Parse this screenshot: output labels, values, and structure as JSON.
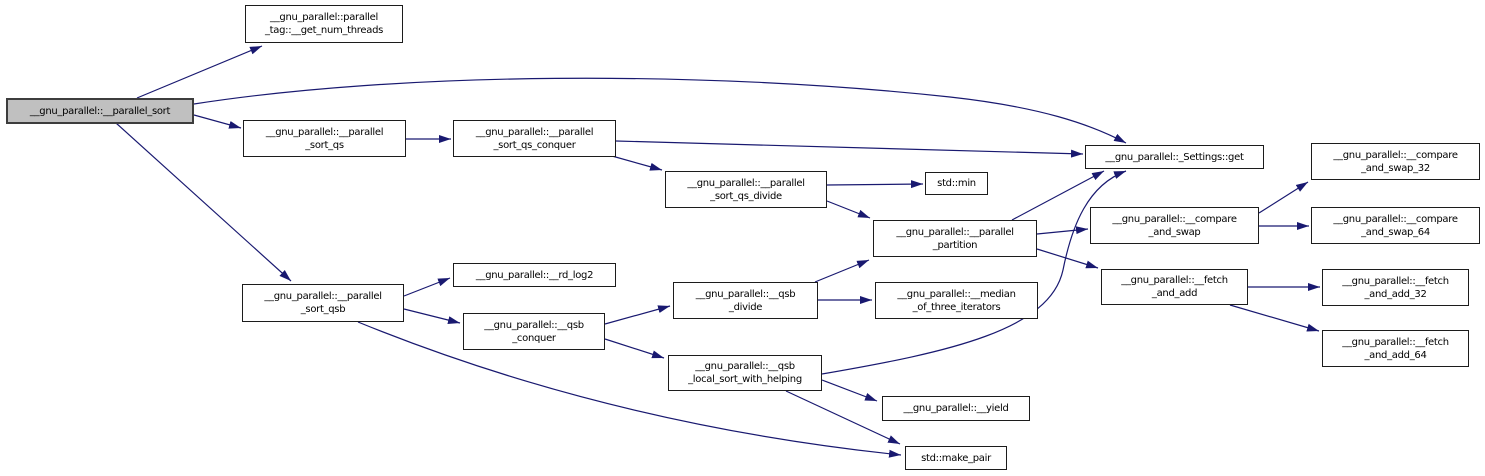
{
  "graph": {
    "type": "call-graph",
    "colors": {
      "edge": "#191970",
      "node_border": "#1c1c1c",
      "node_fill": "#ffffff",
      "selected_node_fill": "#c0c0c0",
      "text": "#000000",
      "background": "#ffffff"
    },
    "nodes": {
      "parallel_sort": {
        "label": "__gnu_parallel::__parallel_sort",
        "selected": true
      },
      "get_num_threads": {
        "label": "__gnu_parallel::parallel\n_tag::__get_num_threads"
      },
      "parallel_sort_qs": {
        "label": "__gnu_parallel::__parallel\n_sort_qs"
      },
      "parallel_sort_qs_conquer": {
        "label": "__gnu_parallel::__parallel\n_sort_qs_conquer"
      },
      "parallel_sort_qs_divide": {
        "label": "__gnu_parallel::__parallel\n_sort_qs_divide"
      },
      "std_min": {
        "label": "std::min"
      },
      "parallel_partition": {
        "label": "__gnu_parallel::__parallel\n_partition"
      },
      "settings_get": {
        "label": "__gnu_parallel::_Settings::get"
      },
      "compare_and_swap": {
        "label": "__gnu_parallel::__compare\n_and_swap"
      },
      "compare_and_swap_32": {
        "label": "__gnu_parallel::__compare\n_and_swap_32"
      },
      "compare_and_swap_64": {
        "label": "__gnu_parallel::__compare\n_and_swap_64"
      },
      "fetch_and_add": {
        "label": "__gnu_parallel::__fetch\n_and_add"
      },
      "fetch_and_add_32": {
        "label": "__gnu_parallel::__fetch\n_and_add_32"
      },
      "fetch_and_add_64": {
        "label": "__gnu_parallel::__fetch\n_and_add_64"
      },
      "parallel_sort_qsb": {
        "label": "__gnu_parallel::__parallel\n_sort_qsb"
      },
      "rd_log2": {
        "label": "__gnu_parallel::__rd_log2"
      },
      "qsb_conquer": {
        "label": "__gnu_parallel::__qsb\n_conquer"
      },
      "qsb_divide": {
        "label": "__gnu_parallel::__qsb\n_divide"
      },
      "median_of_three_iterators": {
        "label": "__gnu_parallel::__median\n_of_three_iterators"
      },
      "qsb_local_sort_with_helping": {
        "label": "__gnu_parallel::__qsb\n_local_sort_with_helping"
      },
      "yield": {
        "label": "__gnu_parallel::__yield"
      },
      "std_make_pair": {
        "label": "std::make_pair"
      }
    },
    "edges": [
      {
        "from": "parallel_sort",
        "to": "get_num_threads"
      },
      {
        "from": "parallel_sort",
        "to": "settings_get"
      },
      {
        "from": "parallel_sort",
        "to": "parallel_sort_qs"
      },
      {
        "from": "parallel_sort",
        "to": "parallel_sort_qsb"
      },
      {
        "from": "parallel_sort_qs",
        "to": "parallel_sort_qs_conquer"
      },
      {
        "from": "parallel_sort_qs_conquer",
        "to": "settings_get"
      },
      {
        "from": "parallel_sort_qs_conquer",
        "to": "parallel_sort_qs_divide"
      },
      {
        "from": "parallel_sort_qs_divide",
        "to": "std_min"
      },
      {
        "from": "parallel_sort_qs_divide",
        "to": "parallel_partition"
      },
      {
        "from": "parallel_partition",
        "to": "settings_get"
      },
      {
        "from": "parallel_partition",
        "to": "compare_and_swap"
      },
      {
        "from": "parallel_partition",
        "to": "fetch_and_add"
      },
      {
        "from": "compare_and_swap",
        "to": "compare_and_swap_32"
      },
      {
        "from": "compare_and_swap",
        "to": "compare_and_swap_64"
      },
      {
        "from": "fetch_and_add",
        "to": "fetch_and_add_32"
      },
      {
        "from": "fetch_and_add",
        "to": "fetch_and_add_64"
      },
      {
        "from": "parallel_sort_qsb",
        "to": "rd_log2"
      },
      {
        "from": "parallel_sort_qsb",
        "to": "qsb_conquer"
      },
      {
        "from": "parallel_sort_qsb",
        "to": "std_make_pair"
      },
      {
        "from": "qsb_conquer",
        "to": "qsb_divide"
      },
      {
        "from": "qsb_conquer",
        "to": "qsb_local_sort_with_helping"
      },
      {
        "from": "qsb_divide",
        "to": "parallel_partition"
      },
      {
        "from": "qsb_divide",
        "to": "median_of_three_iterators"
      },
      {
        "from": "qsb_local_sort_with_helping",
        "to": "settings_get"
      },
      {
        "from": "qsb_local_sort_with_helping",
        "to": "yield"
      },
      {
        "from": "qsb_local_sort_with_helping",
        "to": "std_make_pair"
      }
    ]
  }
}
